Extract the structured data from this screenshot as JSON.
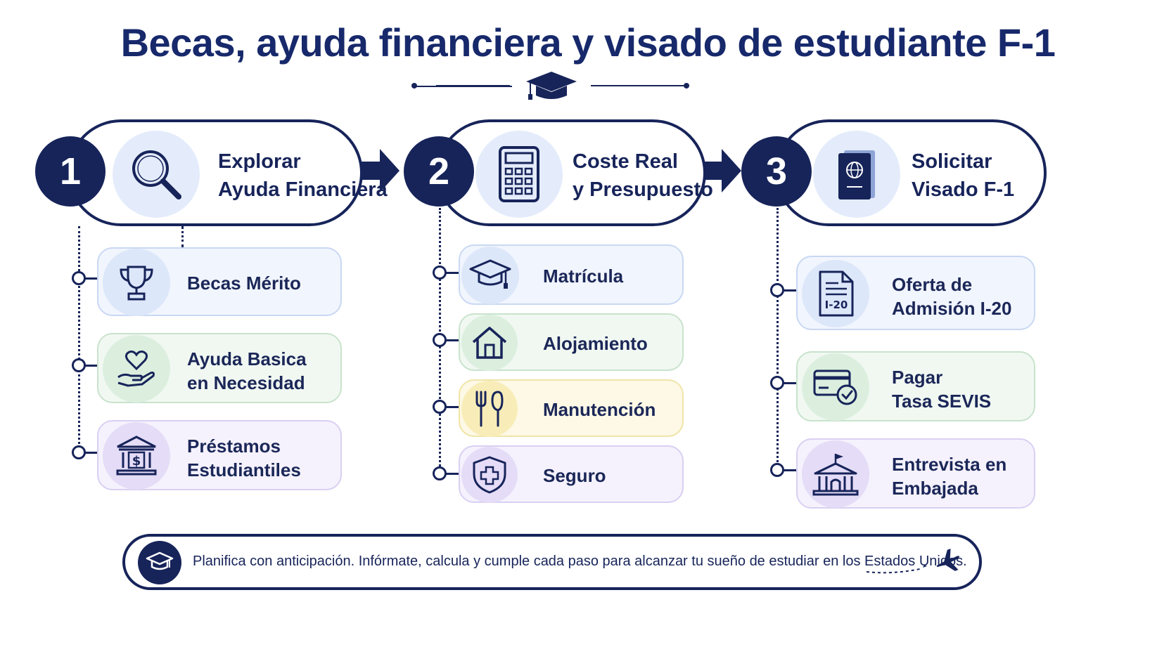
{
  "title": "Becas, ayuda financiera y visado de estudiante F-1",
  "colors": {
    "navy": "#17245a",
    "blue_card": "#f1f5fd",
    "green_card": "#f1f8f2",
    "purple_card": "#f5f2fd",
    "yellow_card": "#fdf9e6"
  },
  "steps": [
    {
      "number": "1",
      "title": "Explorar\nAyuda Financiera",
      "icon": "magnifier-icon",
      "items": [
        {
          "label": "Becas Mérito",
          "icon": "trophy-icon",
          "tone": "blue"
        },
        {
          "label": "Ayuda Basica\nen Necesidad",
          "icon": "heart-hand-icon",
          "tone": "green"
        },
        {
          "label": "Préstamos\nEstudiantiles",
          "icon": "bank-icon",
          "tone": "purple"
        }
      ]
    },
    {
      "number": "2",
      "title": "Coste Real\ny Presupuesto",
      "icon": "calculator-icon",
      "items": [
        {
          "label": "Matrícula",
          "icon": "graduation-cap-icon",
          "tone": "blue"
        },
        {
          "label": "Alojamiento",
          "icon": "house-icon",
          "tone": "green"
        },
        {
          "label": "Manutención",
          "icon": "fork-knife-icon",
          "tone": "yellow"
        },
        {
          "label": "Seguro",
          "icon": "shield-plus-icon",
          "tone": "purple"
        }
      ]
    },
    {
      "number": "3",
      "title": "Solicitar\nVisado F-1",
      "icon": "passport-icon",
      "items": [
        {
          "label": "Oferta de\nAdmisión I-20",
          "icon": "document-i20-icon",
          "tone": "blue",
          "icon_text": "I-20"
        },
        {
          "label": "Pagar\nTasa SEVIS",
          "icon": "card-check-icon",
          "tone": "green"
        },
        {
          "label": "Entrevista en\nEmbajada",
          "icon": "embassy-icon",
          "tone": "purple"
        }
      ]
    }
  ],
  "footer": {
    "text": "Planifica con anticipación. Infórmate, calcula y cumple cada paso para alcanzar tu sueño de estudiar en los Estados Unidos.",
    "icon": "graduation-cap-icon",
    "plane_icon": "airplane-icon"
  }
}
